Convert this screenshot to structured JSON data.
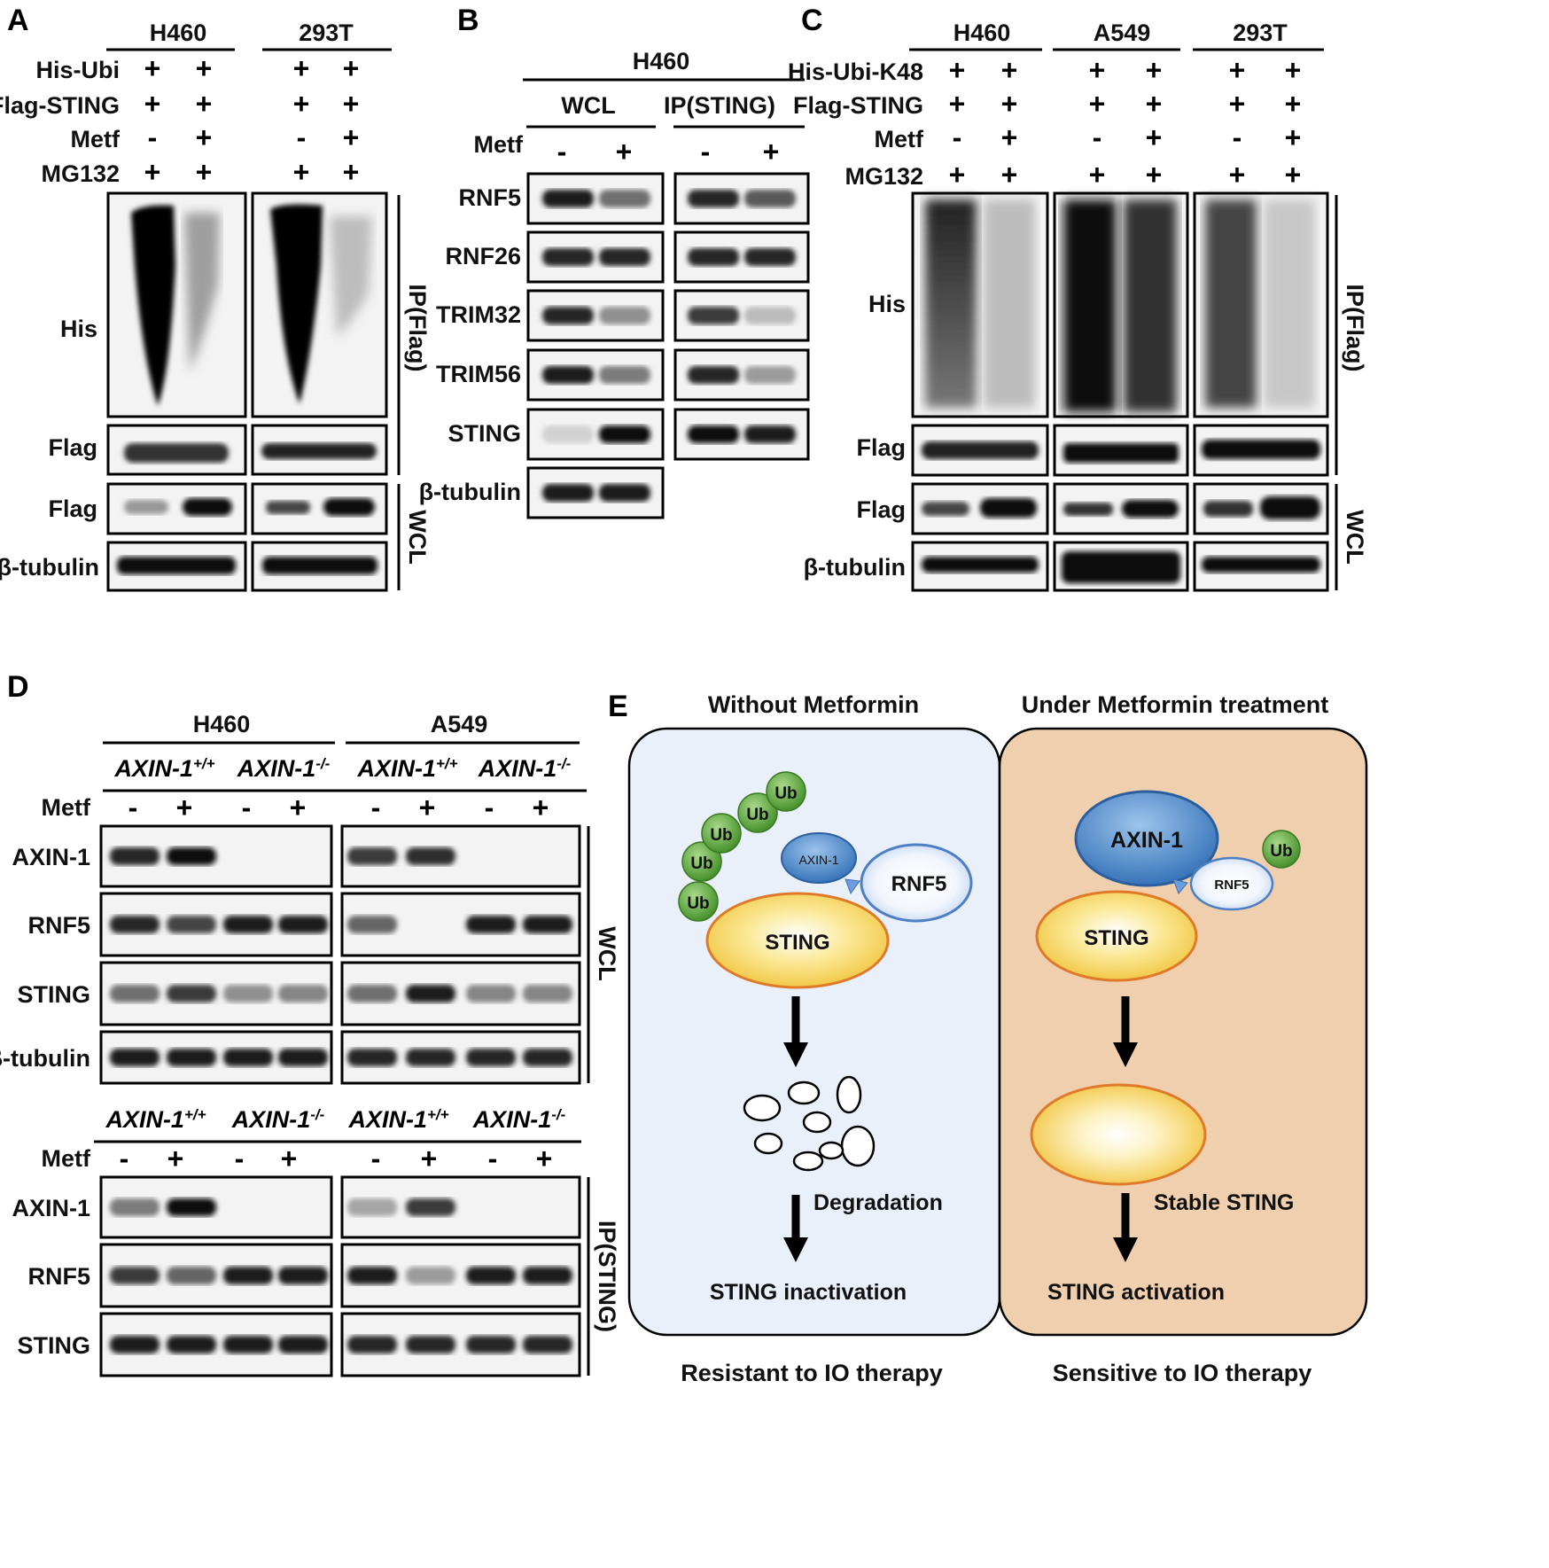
{
  "panels": {
    "A": {
      "letter": "A",
      "groups": [
        "H460",
        "293T"
      ],
      "rows": [
        {
          "label": "His-Ubi",
          "signs": [
            "+",
            "+",
            "+",
            "+"
          ]
        },
        {
          "label": "Flag-STING",
          "signs": [
            "+",
            "+",
            "+",
            "+"
          ]
        },
        {
          "label": "Metf",
          "signs": [
            "-",
            "+",
            "-",
            "+"
          ]
        },
        {
          "label": "MG132",
          "signs": [
            "+",
            "+",
            "+",
            "+"
          ]
        }
      ],
      "blots": [
        "His",
        "Flag",
        "Flag",
        "β-tubulin"
      ],
      "brackets": [
        "IP(Flag)",
        "WCL"
      ]
    },
    "B": {
      "letter": "B",
      "cell": "H460",
      "sections": [
        "WCL",
        "IP(STING)"
      ],
      "metf": {
        "label": "Metf",
        "signs": [
          "-",
          "+",
          "-",
          "+"
        ]
      },
      "blots": [
        "RNF5",
        "RNF26",
        "TRIM32",
        "TRIM56",
        "STING",
        "β-tubulin"
      ]
    },
    "C": {
      "letter": "C",
      "groups": [
        "H460",
        "A549",
        "293T"
      ],
      "rows": [
        {
          "label": "His-Ubi-K48",
          "signs": [
            "+",
            "+",
            "+",
            "+",
            "+",
            "+"
          ]
        },
        {
          "label": "Flag-STING",
          "signs": [
            "+",
            "+",
            "+",
            "+",
            "+",
            "+"
          ]
        },
        {
          "label": "Metf",
          "signs": [
            "-",
            "+",
            "-",
            "+",
            "-",
            "+"
          ]
        },
        {
          "label": "MG132",
          "signs": [
            "+",
            "+",
            "+",
            "+",
            "+",
            "+"
          ]
        }
      ],
      "blots": [
        "His",
        "Flag",
        "Flag",
        "β-tubulin"
      ],
      "brackets": [
        "IP(Flag)",
        "WCL"
      ]
    },
    "D": {
      "letter": "D",
      "groups": [
        "H460",
        "A549"
      ],
      "genotypes": [
        {
          "base": "AXIN-1",
          "sup": "+/+"
        },
        {
          "base": "AXIN-1",
          "sup": "-/-"
        },
        {
          "base": "AXIN-1",
          "sup": "+/+"
        },
        {
          "base": "AXIN-1",
          "sup": "-/-"
        }
      ],
      "metf": {
        "label": "Metf",
        "signs": [
          "-",
          "+",
          "-",
          "+",
          "-",
          "+",
          "-",
          "+"
        ]
      },
      "top_blots": [
        "AXIN-1",
        "RNF5",
        "STING",
        "β-tubulin"
      ],
      "bottom_blots": [
        "AXIN-1",
        "RNF5",
        "STING"
      ],
      "brackets": [
        "WCL",
        "IP(STING)"
      ]
    },
    "E": {
      "letter": "E",
      "left": {
        "title": "Without Metformin",
        "ub": [
          "Ub",
          "Ub",
          "Ub",
          "Ub",
          "Ub"
        ],
        "axin": "AXIN-1",
        "rnf5": "RNF5",
        "sting": "STING",
        "step1": "Degradation",
        "step2": "STING inactivation",
        "outcome": "Resistant to IO therapy"
      },
      "right": {
        "title": "Under Metformin treatment",
        "axin": "AXIN-1",
        "rnf5": "RNF5",
        "ub": "Ub",
        "sting": "STING",
        "step1": "Stable STING",
        "step2": "STING activation",
        "outcome": "Sensitive to IO therapy"
      },
      "colors": {
        "left_bg": "#e9f0f9",
        "right_bg": "#efcfae",
        "sting": "#f2c94c",
        "axin": "#3c7cc4",
        "ub": "#5aa33a"
      }
    }
  }
}
